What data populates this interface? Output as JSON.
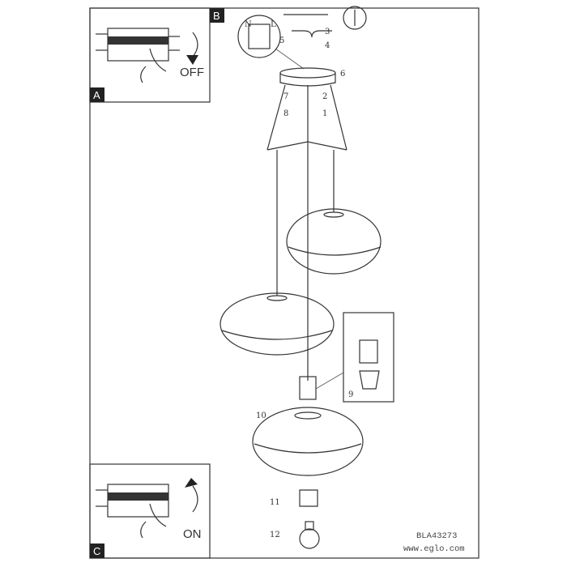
{
  "panels": {
    "a": {
      "label": "A",
      "action": "OFF"
    },
    "b": {
      "label": "B"
    },
    "c": {
      "label": "C",
      "action": "ON"
    }
  },
  "steps": [
    "1",
    "2",
    "3",
    "4",
    "5",
    "6",
    "7",
    "8",
    "9",
    "10",
    "11",
    "12"
  ],
  "terminal_labels": {
    "n": "N",
    "l": "L"
  },
  "footer": {
    "model": "BLA43273",
    "website": "www.eglo.com"
  }
}
